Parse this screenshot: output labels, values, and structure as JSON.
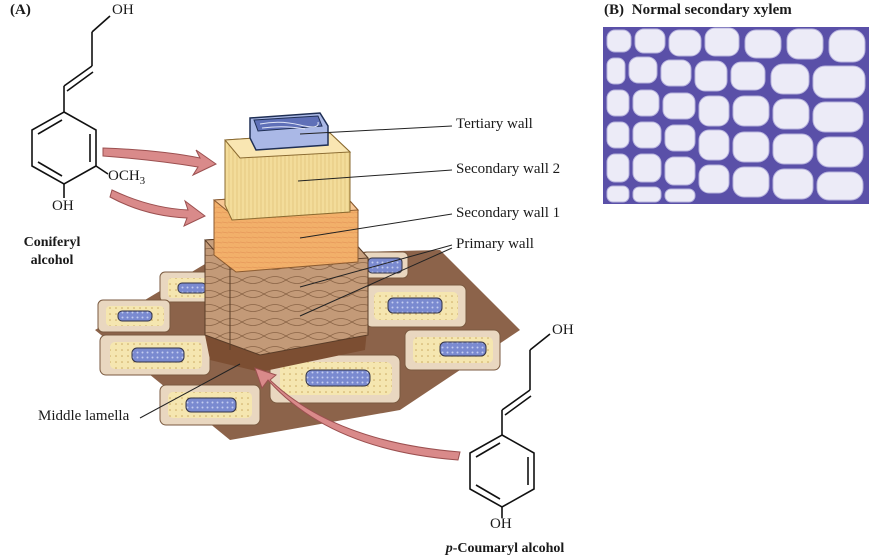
{
  "panel_a": {
    "label": "(A)",
    "callouts": {
      "tertiary_wall": "Tertiary wall",
      "secondary_wall_2": "Secondary wall 2",
      "secondary_wall_1": "Secondary wall 1",
      "primary_wall": "Primary wall",
      "middle_lamella": "Middle lamella"
    },
    "coniferyl": {
      "oh_top": "OH",
      "methoxy": "OCH",
      "methoxy_sub": "3",
      "oh_bottom": "OH",
      "name_line1": "Coniferyl",
      "name_line2": "alcohol"
    },
    "coumaryl": {
      "oh_top": "OH",
      "oh_bottom": "OH",
      "name_prefix": "p",
      "name_rest": "-Coumaryl alcohol"
    }
  },
  "panel_b": {
    "label": "(B)",
    "title": "Normal secondary xylem"
  },
  "colors": {
    "arrow": "#d98a8a",
    "tertiary": "#b8c3e8",
    "secondary2": "#f3dc9a",
    "secondary1": "#f2b06a",
    "primary": "#b88c6c",
    "lamella": "#8a5a3c",
    "micrograph_bg": "#5a50a8",
    "micrograph_cell": "#ecebf7"
  }
}
